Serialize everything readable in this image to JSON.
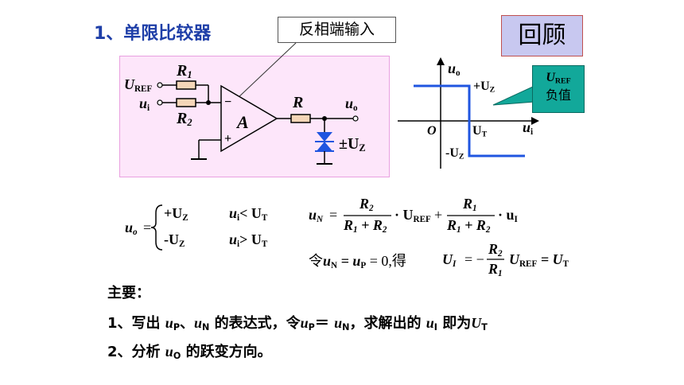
{
  "title": "1、单限比较器",
  "callout": "反相端输入",
  "badge": "回顾",
  "circuit": {
    "uref_label": "U",
    "uref_sub": "REF",
    "ui_label": "u",
    "ui_sub": "i",
    "r1_label": "R",
    "r1_sub": "1",
    "r2_label": "R",
    "r2_sub": "2",
    "minus_sign": "−",
    "plus_sign": "+",
    "amp_label": "A",
    "r_label": "R",
    "uo_label": "u",
    "uo_sub": "o",
    "zener_label": "±U",
    "zener_sub": "Z"
  },
  "transfer": {
    "y_axis_label": "u",
    "y_axis_sub": "o",
    "x_axis_label": "u",
    "x_axis_sub": "i",
    "origin": "O",
    "high_label": "+U",
    "high_sub": "Z",
    "low_label": "-U",
    "low_sub": "Z",
    "threshold_label": "U",
    "threshold_sub": "T"
  },
  "note": {
    "line1_main": "U",
    "line1_sub": "REF",
    "line2": "负值"
  },
  "formulas": {
    "uo_lhs": "u",
    "uo_lhs_sub": "o",
    "equals": "=",
    "case1_val": "+U",
    "case1_val_sub": "Z",
    "case1_cond": "u",
    "case1_cond_sub": "i",
    "case1_rel": "< U",
    "case1_rel_sub": "T",
    "case2_val": "-U",
    "case2_val_sub": "Z",
    "case2_cond": "u",
    "case2_cond_sub": "i",
    "case2_rel": "> U",
    "case2_rel_sub": "T",
    "un_lhs": "u",
    "un_lhs_sub": "N",
    "un_frac1_num": "R",
    "un_frac1_num_sub": "2",
    "un_frac1_den": "R",
    "un_frac1_den_sub1": "1",
    "un_frac1_den_mid": " + R",
    "un_frac1_den_sub2": "2",
    "un_term1": "· U",
    "un_term1_sub": "REF",
    "un_plus": "+",
    "un_frac2_num": "R",
    "un_frac2_num_sub": "1",
    "un_frac2_den": "R",
    "un_frac2_den_sub1": "1",
    "un_frac2_den_mid": " + R",
    "un_frac2_den_sub2": "2",
    "un_term2": "· u",
    "un_term2_sub": "I",
    "let_prefix": "令",
    "let_u1": "u",
    "let_u1_sub": "N",
    "let_eq": " = u",
    "let_u2_sub": "P",
    "let_zero": " = 0,",
    "let_de": "得",
    "ut_lhs": "U",
    "ut_lhs_sub": "I",
    "ut_eq": "= −",
    "ut_frac_num": "R",
    "ut_frac_num_sub": "2",
    "ut_frac_den": "R",
    "ut_frac_den_sub": "1",
    "ut_term": "U",
    "ut_term_sub": "REF",
    "ut_rhs": " = U",
    "ut_rhs_sub": "T"
  },
  "key_points": {
    "heading": "主要：",
    "p1_a": "1、写出 ",
    "p1_u1": "u",
    "p1_u1_sub": "P",
    "p1_b": "、",
    "p1_u2": "u",
    "p1_u2_sub": "N",
    "p1_c": " 的表达式，令",
    "p1_u3": "u",
    "p1_u3_sub": "P",
    "p1_d": "＝ ",
    "p1_u4": "u",
    "p1_u4_sub": "N",
    "p1_e": "，求解出的 ",
    "p1_u5": "u",
    "p1_u5_sub": "I",
    "p1_f": " 即为",
    "p1_u6": "U",
    "p1_u6_sub": "T",
    "p2_a": "2、分析 ",
    "p2_u": "u",
    "p2_u_sub": "O",
    "p2_b": " 的跃变方向。"
  },
  "colors": {
    "title_blue": "#1f3fa8",
    "circuit_bg": "#fde6fa",
    "badge_bg": "#c8c8f0",
    "note_green": "#12a89a",
    "curve_blue": "#1f55e0",
    "resistor_fill": "#f5d6b8"
  }
}
